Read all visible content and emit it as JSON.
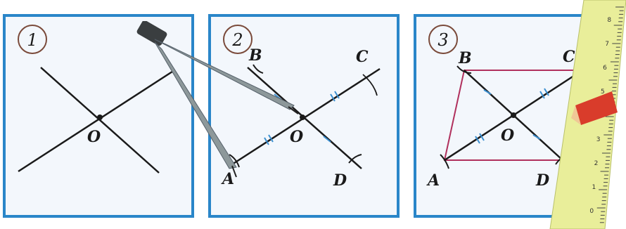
{
  "panels": [
    {
      "number": "1",
      "labels": {
        "O": "O"
      }
    },
    {
      "number": "2",
      "labels": {
        "A": "A",
        "B": "B",
        "C": "C",
        "D": "D",
        "O": "O"
      }
    },
    {
      "number": "3",
      "labels": {
        "A": "A",
        "B": "B",
        "C": "C",
        "D": "D",
        "O": "O"
      }
    }
  ],
  "colors": {
    "frame": "#2a86c9",
    "line": "#1a1a1a",
    "tick": "#3b8fd0",
    "parallelogram": "#b0305d",
    "ruler": "#e9ee9a",
    "compass": "#7e8a8c"
  },
  "ruler_labels": [
    "0",
    "1",
    "2",
    "3",
    "4",
    "5",
    "6",
    "7",
    "8"
  ]
}
